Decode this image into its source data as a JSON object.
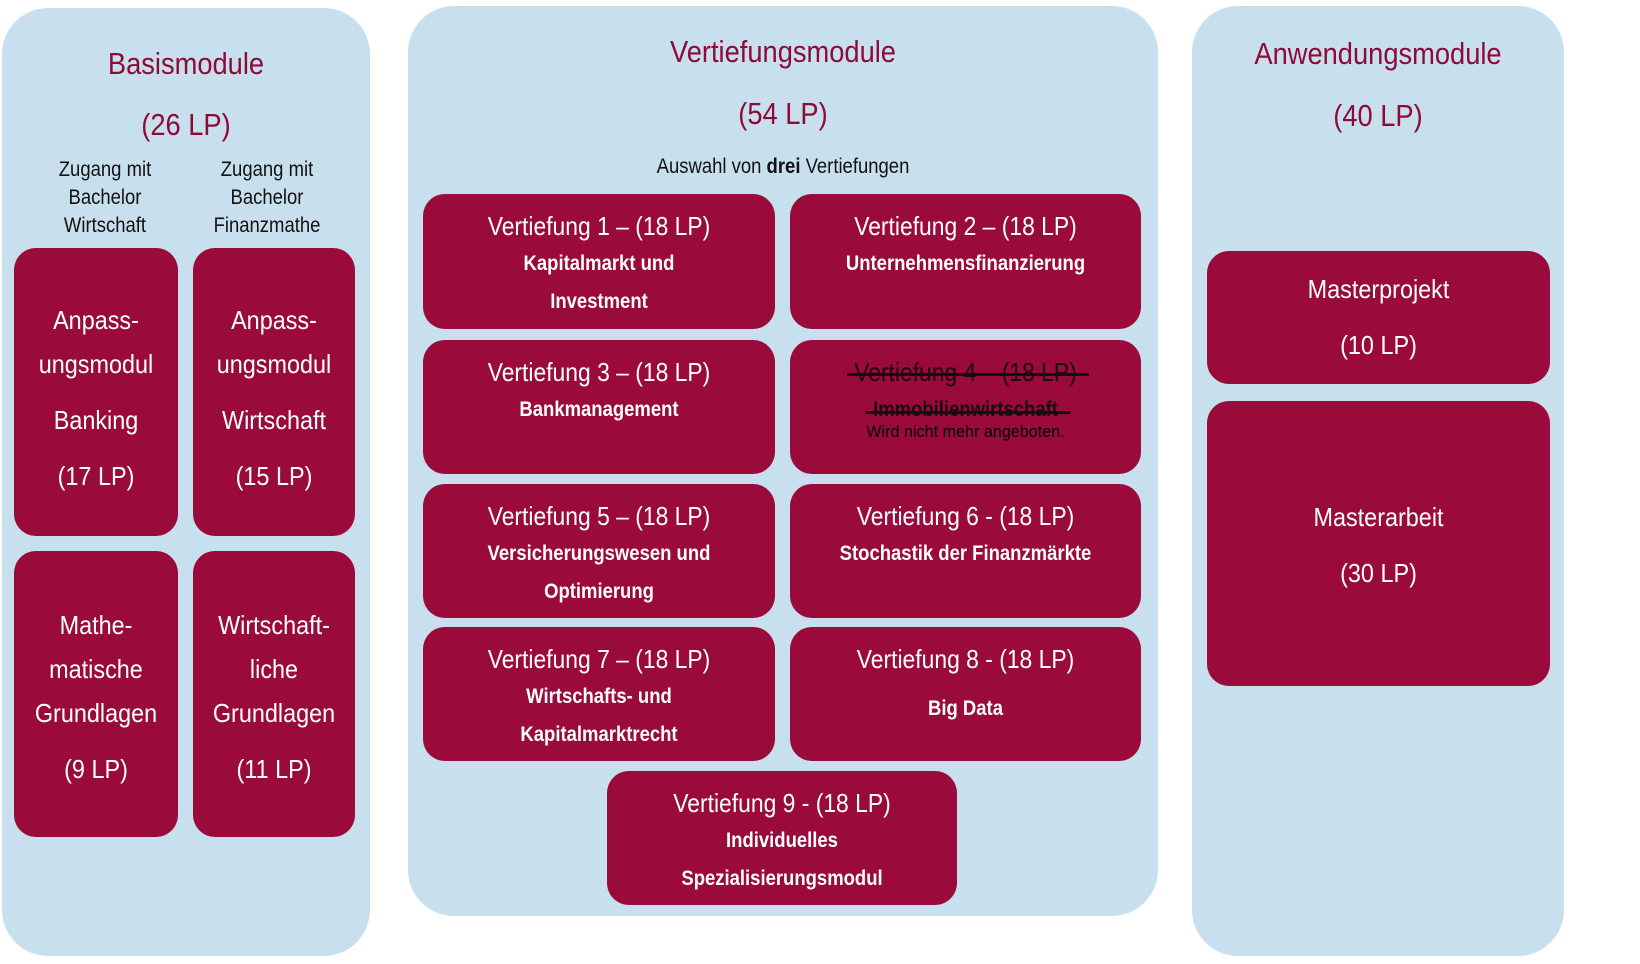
{
  "basis": {
    "title": "Basismodule",
    "lp": "(26 LP)",
    "access_wirtschaft": [
      "Zugang mit",
      "Bachelor",
      "Wirtschaft"
    ],
    "access_finanzmathe": [
      "Zugang mit",
      "Bachelor",
      "Finanzmathe"
    ],
    "boxes": [
      {
        "lines": [
          "Anpass-",
          "ungsmodul",
          "Banking",
          "(17 LP)"
        ]
      },
      {
        "lines": [
          "Anpass-",
          "ungsmodul",
          "Wirtschaft",
          "(15 LP)"
        ]
      },
      {
        "lines": [
          "Mathe-",
          "matische",
          "Grundlagen",
          "(9 LP)"
        ]
      },
      {
        "lines": [
          "Wirtschaft-",
          "liche",
          "Grundlagen",
          "(11 LP)"
        ]
      }
    ]
  },
  "vertiefung": {
    "title": "Vertiefungsmodule",
    "lp": "(54 LP)",
    "selection_prefix": "Auswahl von ",
    "selection_bold": "drei",
    "selection_suffix": " Vertiefungen",
    "modules": [
      {
        "heading": "Vertiefung 1 – (18 LP)",
        "sub": [
          "Kapitalmarkt und",
          "Investment"
        ]
      },
      {
        "heading": "Vertiefung 2 – (18 LP)",
        "sub": [
          "Unternehmensfinanzierung"
        ]
      },
      {
        "heading": "Vertiefung 3  – (18 LP)",
        "sub": [
          "Bankmanagement"
        ]
      },
      {
        "heading": "Vertiefung 4  – (18 LP)",
        "sub": [
          "Immobilienwirtschaft"
        ],
        "note": "Wird nicht mehr angeboten."
      },
      {
        "heading": "Vertiefung 5 – (18 LP)",
        "sub": [
          "Versicherungswesen und",
          "Optimierung"
        ]
      },
      {
        "heading": "Vertiefung 6 - (18 LP)",
        "sub": [
          "Stochastik der Finanzmärkte"
        ]
      },
      {
        "heading": "Vertiefung 7 – (18 LP)",
        "sub": [
          "Wirtschafts- und",
          "Kapitalmarktrecht"
        ]
      },
      {
        "heading": "Vertiefung 8 - (18 LP)",
        "sub": [
          "Big Data"
        ]
      },
      {
        "heading": "Vertiefung 9 - (18 LP)",
        "sub": [
          "Individuelles",
          "Spezialisierungsmodul"
        ]
      }
    ]
  },
  "anwendung": {
    "title": "Anwendungsmodule",
    "lp": "(40 LP)",
    "boxes": [
      {
        "lines": [
          "Masterprojekt",
          "(10 LP)"
        ]
      },
      {
        "lines": [
          "Masterarbeit",
          "(30 LP)"
        ]
      }
    ]
  },
  "colors": {
    "panel": "#c8e0ee",
    "box": "#9a0a3a",
    "title": "#8e0b37"
  }
}
